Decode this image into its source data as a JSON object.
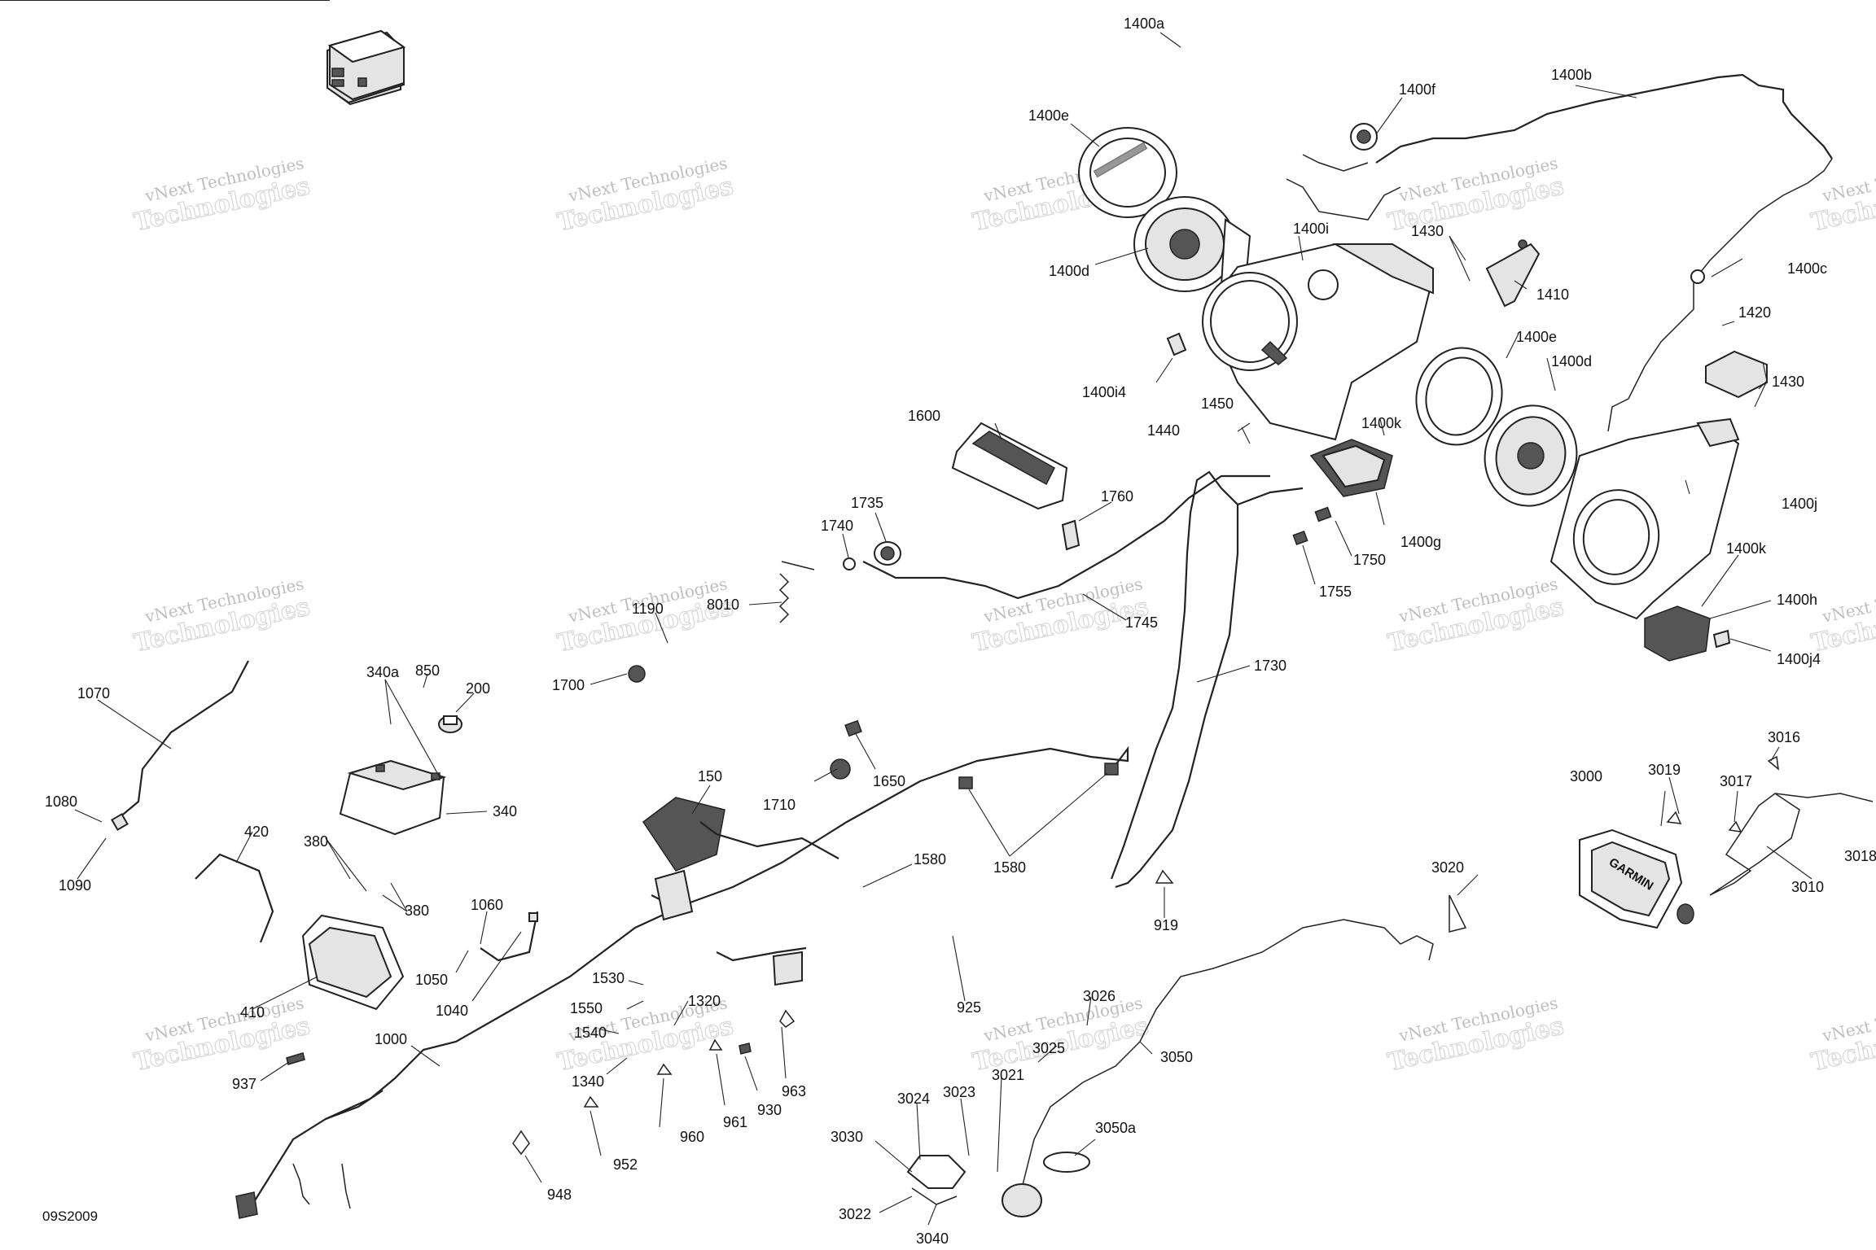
{
  "diagram_ref": "09S2009",
  "watermark": {
    "line1": "vNext Technologies",
    "line2": "Technologies",
    "line3": "vNext"
  },
  "parts": {
    "p1400a": "1400a",
    "p1400b": "1400b",
    "p1400c": "1400c",
    "p1400d": "1400d",
    "p1400e": "1400e",
    "p1400f": "1400f",
    "p1400g": "1400g",
    "p1400h": "1400h",
    "p1400i": "1400i",
    "p1400i4": "1400i4",
    "p1400j": "1400j",
    "p1400j4": "1400j4",
    "p1400k": "1400k",
    "p1410": "1410",
    "p1420": "1420",
    "p1430": "1430",
    "p1440": "1440",
    "p1450": "1450",
    "p1600": "1600",
    "p1700": "1700",
    "p1710": "1710",
    "p1730": "1730",
    "p1735": "1735",
    "p1740": "1740",
    "p1745": "1745",
    "p1750": "1750",
    "p1755": "1755",
    "p1760": "1760",
    "p8010": "8010",
    "p1190": "1190",
    "p1650": "1650",
    "p150": "150",
    "p1580": "1580",
    "p1070": "1070",
    "p1080": "1080",
    "p1090": "1090",
    "p340a": "340a",
    "p850": "850",
    "p200": "200",
    "p340": "340",
    "p420": "420",
    "p380": "380",
    "p410": "410",
    "p1060": "1060",
    "p1050": "1050",
    "p1040": "1040",
    "p1000": "1000",
    "p937": "937",
    "p1530": "1530",
    "p1550": "1550",
    "p1320": "1320",
    "p1540": "1540",
    "p1340": "1340",
    "p919": "919",
    "p925": "925",
    "p963": "963",
    "p930": "930",
    "p961": "961",
    "p960": "960",
    "p952": "952",
    "p948": "948",
    "p3000": "3000",
    "p3010": "3010",
    "p3016": "3016",
    "p3017": "3017",
    "p3018": "3018",
    "p3019": "3019",
    "p3020": "3020",
    "p3021": "3021",
    "p3022": "3022",
    "p3023": "3023",
    "p3024": "3024",
    "p3025": "3025",
    "p3026": "3026",
    "p3030": "3030",
    "p3040": "3040",
    "p3050": "3050",
    "p3050a": "3050a"
  },
  "device_brand": "GARMIN"
}
